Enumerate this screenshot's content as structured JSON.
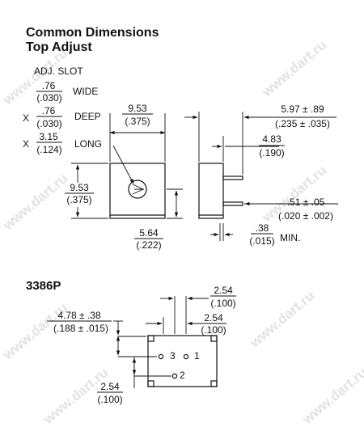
{
  "watermark": "www.dart.ru",
  "header": {
    "title_line1": "Common Dimensions",
    "title_line2": "Top Adjust"
  },
  "slot": {
    "title": "ADJ. SLOT",
    "x_mark": "X",
    "wide": {
      "in": ".76",
      "mm": "(.030)",
      "label": "WIDE"
    },
    "deep": {
      "in": ".76",
      "mm": "(.030)",
      "label": "DEEP"
    },
    "long": {
      "in": "3.15",
      "mm": "(.124)",
      "label": "LONG"
    }
  },
  "top_view": {
    "width_in": "9.53",
    "width_mm": "(.375)",
    "height_in": "9.53",
    "height_mm": "(.375)",
    "offset_in": "5.64",
    "offset_mm": "(.222)"
  },
  "side_view": {
    "depth_in": "5.97 ± .89",
    "depth_mm": "(.235 ± .035)",
    "body_in": "4.83",
    "body_mm": "(.190)",
    "pin_in": ".51 ± .05",
    "pin_mm": "(.020 ± .002)",
    "gap_in": ".38",
    "gap_mm": "(.015)",
    "gap_note": "MIN."
  },
  "model": {
    "name": "3386P",
    "pitch_top_in": "2.54",
    "pitch_top_mm": "(.100)",
    "pitch_right_in": "2.54",
    "pitch_right_mm": "(.100)",
    "edge_in": "4.78 ± .38",
    "edge_mm": "(.188 ± .015)",
    "pitch_bottom_in": "2.54",
    "pitch_bottom_mm": "(.100)",
    "pins": [
      "3",
      "1",
      "2"
    ]
  }
}
